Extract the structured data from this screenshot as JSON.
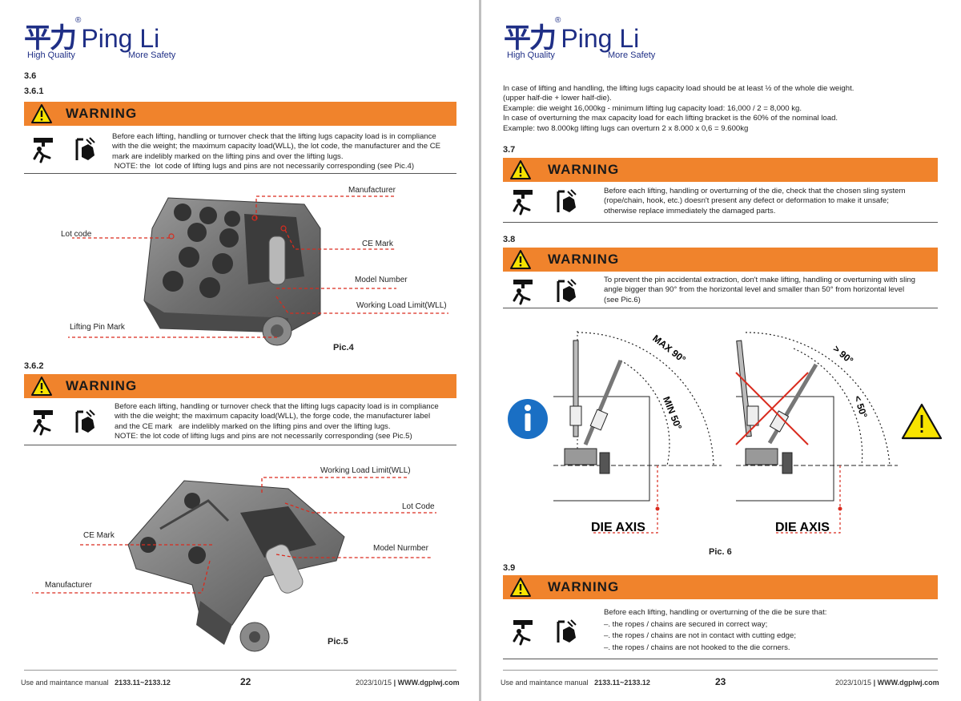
{
  "brand": {
    "cn": "平力",
    "en": "Ping Li",
    "reg": "®",
    "tag_left": "High Quality",
    "tag_right": "More Safety"
  },
  "left": {
    "sec_36": "3.6",
    "sec_361": "3.6.1",
    "warning_label": "WARNING",
    "w1_lines": [
      "Before each lifting, handling or turnover check that the lifting lugs capacity load is in compliance",
      "with the die weight; the maximum capacity load(WLL), the lot code, the manufacturer and the CE",
      "mark are indelibly marked on the lifting pins and over the lifting lugs.",
      " NOTE: the  lot code of lifting lugs and pins are not necessarily corresponding (see Pic.4)"
    ],
    "pic4": {
      "caption": "Pic.4",
      "manufacturer": "Manufacturer",
      "lot_code": "Lot code",
      "ce_mark": "CE Mark",
      "model_number": "Model Number",
      "wll": "Working Load Limit(WLL)",
      "pin_mark": "Lifting Pin Mark"
    },
    "sec_362": "3.6.2",
    "w2_lines": [
      "Before each lifting, handling or turnover check that the lifting lugs capacity load is in compliance",
      "with the die weight; the maximum capacity load(WLL), the forge code, the manufacturer label",
      "and the CE mark   are indelibly marked on the lifting pins and over the lifting lugs.",
      "NOTE: the  lot code of lifting lugs and pins are not necessarily corresponding (see Pic.5)"
    ],
    "pic5": {
      "caption": "Pic.5",
      "wll": "Working Load Limit(WLL)",
      "lot_code": "Lot Code",
      "ce_mark": "CE Mark",
      "model_number": "Model Nurmber",
      "manufacturer": "Manufacturer"
    },
    "footer": {
      "manual": "Use and maintance manual",
      "codes": "2133.11~2133.12",
      "page": "22",
      "date": "2023/10/15",
      "sep": "|",
      "site": "WWW.dgplwj.com"
    }
  },
  "right": {
    "intro_lines": [
      "In case of lifting and handling, the lifting lugs capacity load should be at least ½ of the whole die weight.",
      "(upper half-die + lower half-die).",
      "Example: die weight 16,000kg - minimum lifting lug capacity load: 16,000 / 2 = 8,000 kg.",
      "In case of overturning the max capacity load for each lifting bracket is the 60% of the nominal load.",
      "Example: two 8.000kg lifting lugs can overturn 2 x 8.000 x 0,6 = 9.600kg"
    ],
    "sec_37": "3.7",
    "w37_lines": [
      "Before each lifting, handling or overturning of the die, check that the chosen sling system",
      "(rope/chain, hook, etc.) doesn't present any defect or deformation to make it unsafe;",
      "otherwise replace immediately the damaged parts."
    ],
    "sec_38": "3.8",
    "w38_lines": [
      "To prevent the pin accidental extraction, don't make lifting, handling or overturning with sling",
      "angle bigger  than 90° from the horizontal level  and smaller than 50° from horizontal level",
      "(see Pic.6)"
    ],
    "pic6": {
      "caption": "Pic. 6",
      "max90": "MAX 90°",
      "min50": "MIN 50°",
      "gt90": "> 90°",
      "lt50": "< 50°",
      "die_axis": "DIE AXIS"
    },
    "sec_39": "3.9",
    "w39_lines": [
      "Before each lifting, handling or overturning of the die be sure that:",
      "–. the ropes / chains are secured in correct way;",
      "–. the ropes / chains are not in contact with cutting edge;",
      "–. the ropes / chains are not hooked to the die corners."
    ],
    "footer": {
      "manual": "Use and maintance manual",
      "codes": "2133.11~2133.12",
      "page": "23",
      "date": "2023/10/15",
      "sep": "|",
      "site": "WWW.dgplwj.com"
    }
  },
  "colors": {
    "warning_bar": "#f0832c",
    "brand_blue": "#1f2f86",
    "leader_red": "#d92b1e",
    "mandatory_blue": "#1a6fc4",
    "caution_yellow": "#f7e300"
  },
  "icons": [
    "warning-triangle-icon",
    "crush-hazard-icon",
    "hand-crush-icon",
    "mandatory-info-icon"
  ]
}
